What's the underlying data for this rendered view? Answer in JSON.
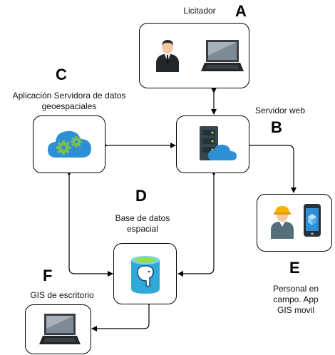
{
  "nodes": {
    "A": {
      "letter": "A",
      "caption": "Licitador"
    },
    "B": {
      "letter": "B",
      "caption": "Servidor web"
    },
    "C": {
      "letter": "C",
      "caption_lines": [
        "Aplicación Servidora de datos",
        "geoespaciales"
      ]
    },
    "D": {
      "letter": "D",
      "caption_lines": [
        "Base de datos",
        "espacial"
      ]
    },
    "E": {
      "letter": "E",
      "caption_lines": [
        "Personal en",
        "campo. App",
        "GIS movil"
      ]
    },
    "F": {
      "letter": "F",
      "caption": "GIS de escritorio"
    }
  },
  "icons": {
    "A": [
      "businessman-icon",
      "laptop-icon"
    ],
    "B": [
      "server-cloud-icon"
    ],
    "C": [
      "cloud-gears-icon"
    ],
    "D": [
      "postgresql-database-icon"
    ],
    "E": [
      "field-worker-icon",
      "mobile-app-icon"
    ],
    "F": [
      "laptop-icon"
    ]
  },
  "colors": {
    "cloud": "#2d8fd5",
    "gear": "#7cc04b",
    "db_cyan": "#2fa9d8",
    "server": "#37474f"
  }
}
